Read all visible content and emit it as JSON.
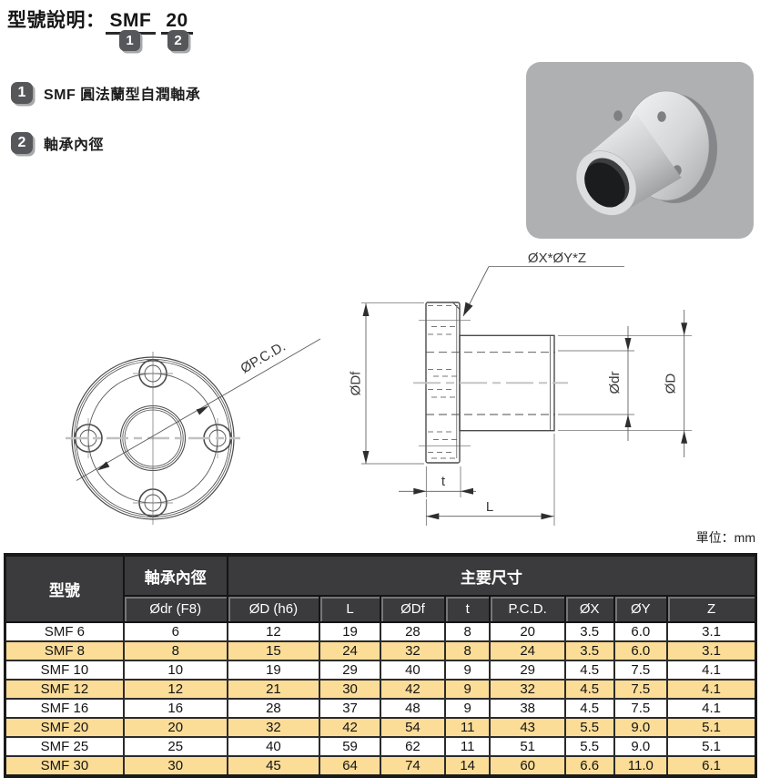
{
  "header": {
    "title_prefix": "型號說明：",
    "model_code": "SMF",
    "model_size": "20",
    "badge_1": "1",
    "badge_2": "2"
  },
  "legend": {
    "items": [
      {
        "num": "1",
        "label": "SMF 圓法蘭型自潤軸承"
      },
      {
        "num": "2",
        "label": "軸承內徑"
      }
    ]
  },
  "drawing": {
    "labels": {
      "pcd": "ØP.C.D.",
      "holes": "ØX*ØY*Z",
      "flange_dia": "ØDf",
      "bore_dia": "Ødr",
      "outer_dia": "ØD",
      "flange_thickness": "t",
      "length": "L"
    },
    "unit": "單位：mm"
  },
  "table": {
    "col_model": "型號",
    "col_bore": "軸承內徑",
    "col_main": "主要尺寸",
    "subheaders": [
      "Ødr (F8)",
      "ØD (h6)",
      "L",
      "ØDf",
      "t",
      "P.C.D.",
      "ØX",
      "ØY",
      "Z"
    ],
    "rows": [
      [
        "SMF 6",
        "6",
        "12",
        "19",
        "28",
        "8",
        "20",
        "3.5",
        "6.0",
        "3.1"
      ],
      [
        "SMF 8",
        "8",
        "15",
        "24",
        "32",
        "8",
        "24",
        "3.5",
        "6.0",
        "3.1"
      ],
      [
        "SMF 10",
        "10",
        "19",
        "29",
        "40",
        "9",
        "29",
        "4.5",
        "7.5",
        "4.1"
      ],
      [
        "SMF 12",
        "12",
        "21",
        "30",
        "42",
        "9",
        "32",
        "4.5",
        "7.5",
        "4.1"
      ],
      [
        "SMF 16",
        "16",
        "28",
        "37",
        "48",
        "9",
        "38",
        "4.5",
        "7.5",
        "4.1"
      ],
      [
        "SMF 20",
        "20",
        "32",
        "42",
        "54",
        "11",
        "43",
        "5.5",
        "9.0",
        "5.1"
      ],
      [
        "SMF 25",
        "25",
        "40",
        "59",
        "62",
        "11",
        "51",
        "5.5",
        "9.0",
        "5.1"
      ],
      [
        "SMF 30",
        "30",
        "45",
        "64",
        "74",
        "14",
        "60",
        "6.6",
        "11.0",
        "6.1"
      ]
    ]
  },
  "colors": {
    "highlight_row": "#FBDD97",
    "header_bg": "#3B3B3D",
    "badge_bg": "#55575A",
    "photo_bg": "#AEB0B2"
  }
}
